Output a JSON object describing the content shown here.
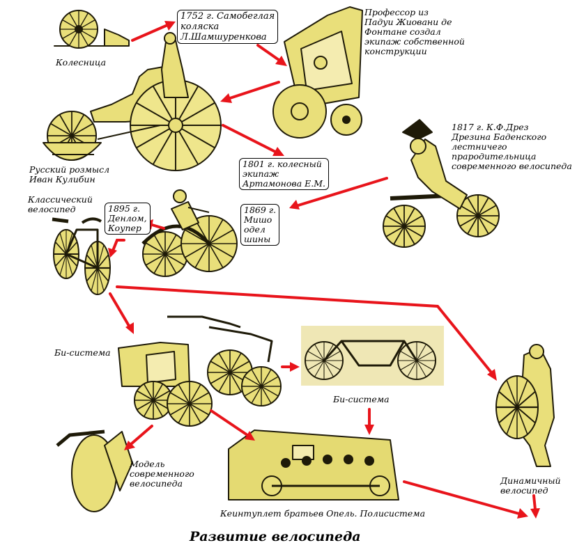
{
  "title": "Развитие велосипеда",
  "colors": {
    "arrow": "#e8141b",
    "illustration_fill": "#e9df7a",
    "illustration_stroke": "#1e1a08"
  },
  "labels": {
    "chariot": [
      "Колесница"
    ],
    "shamshurenkov": [
      "1752 г. Самобеглая",
      "коляска",
      "Л.Шамшуренкова"
    ],
    "fontana": [
      "Профессор из",
      "Падуи Жиовани де",
      "Фонтане создал",
      "экипаж собственной",
      "конструкции"
    ],
    "kulibin": [
      "Русский розмысл",
      "Иван Кулибин"
    ],
    "artamonov": [
      "1801 г. колесный",
      "экипаж",
      "Артамонова Е.М."
    ],
    "drais": [
      "1817 г. К.Ф.Дрез",
      "Дрезина Баденского",
      "лестничего",
      "прародительница",
      "современного велосипеда"
    ],
    "classic": [
      "Классический",
      "велосипед"
    ],
    "denlom": [
      "1895 г.",
      "Денлом,",
      "Коупер"
    ],
    "michaux": [
      "1869 г.",
      "Мишо",
      "одел",
      "шины"
    ],
    "bisystem1": [
      "Би-система"
    ],
    "bisystem2": [
      "Би-система"
    ],
    "dynamic": [
      "Динамичный",
      "велосипед"
    ],
    "modern": [
      "Модель",
      "современного",
      "велосипеда"
    ],
    "opel": [
      "Кеинтуплет братьев Опель. Полисистема"
    ]
  }
}
